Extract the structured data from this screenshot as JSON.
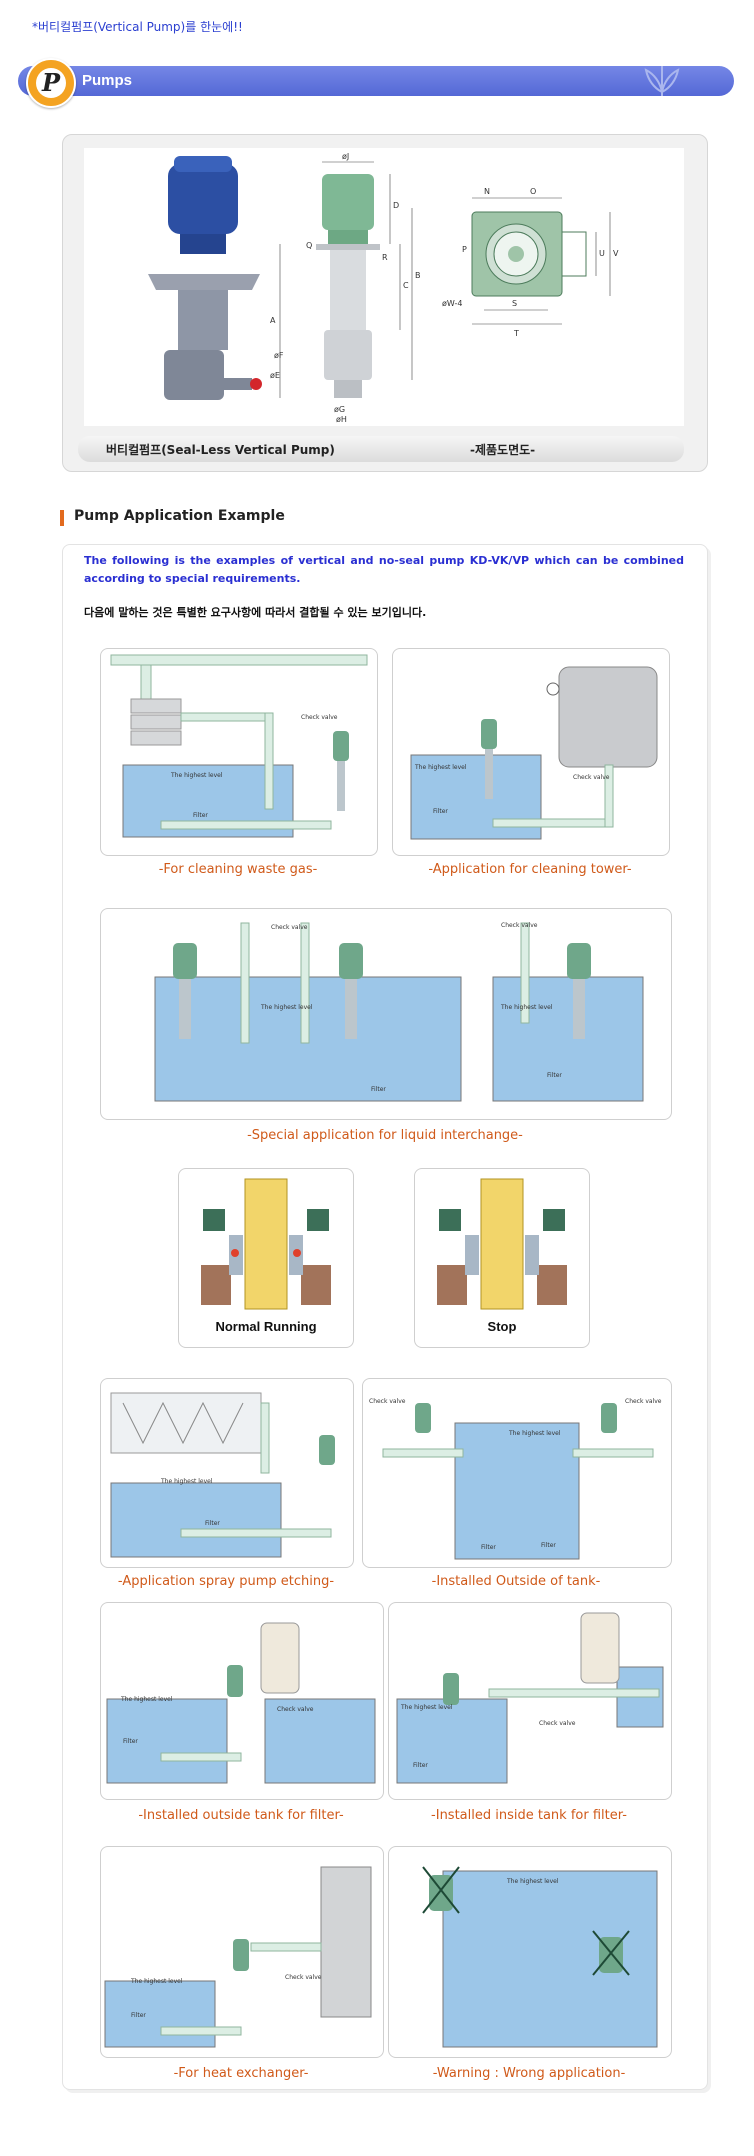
{
  "intro_text": "*버티컬펌프(Vertical Pump)를 한눈에!!",
  "header": {
    "logo_letter": "P",
    "title": "Pumps"
  },
  "product": {
    "caption_left": "버티컬펌프(Seal-Less Vertical Pump)",
    "caption_right": "-제품도면도-"
  },
  "dimensions": {
    "side": [
      "øJ",
      "D",
      "C",
      "B",
      "A",
      "øE",
      "øF",
      "øG",
      "øH",
      "Q",
      "R"
    ],
    "top": [
      "N",
      "O",
      "P",
      "U",
      "V",
      "S",
      "T",
      "øW-4"
    ]
  },
  "section": {
    "title": "Pump Application Example"
  },
  "description": {
    "english": "The following is the examples of vertical and no-seal pump KD-VK/VP which can be combined according to special requirements.",
    "korean": "다음에 말하는 것은 특별한 요구사항에 따라서 결합될 수 있는 보기입니다."
  },
  "diagram_labels": {
    "check_valve": "Check valve",
    "highest_level": "The highest level",
    "filter": "Filter"
  },
  "captions": {
    "waste_gas": "-For cleaning waste gas-",
    "tower": "-Application for cleaning tower-",
    "interchange": "-Special application for liquid interchange-",
    "normal_running": "Normal Running",
    "stop": "Stop",
    "spray": "-Application spray pump etching-",
    "outside": "-Installed Outside of tank-",
    "outside_filter": "-Installed outside tank for filter-",
    "inside_filter": "-Installed inside tank for filter-",
    "heat": "-For heat exchanger-",
    "warning": "-Warning : Wrong application-"
  },
  "colors": {
    "accent": "#5468d6",
    "caption": "#d05a1a",
    "intro": "#2b3fd0",
    "water": "#9cc6e8",
    "pipe": "#dceee4",
    "pump_green": "#5f9b7d"
  }
}
